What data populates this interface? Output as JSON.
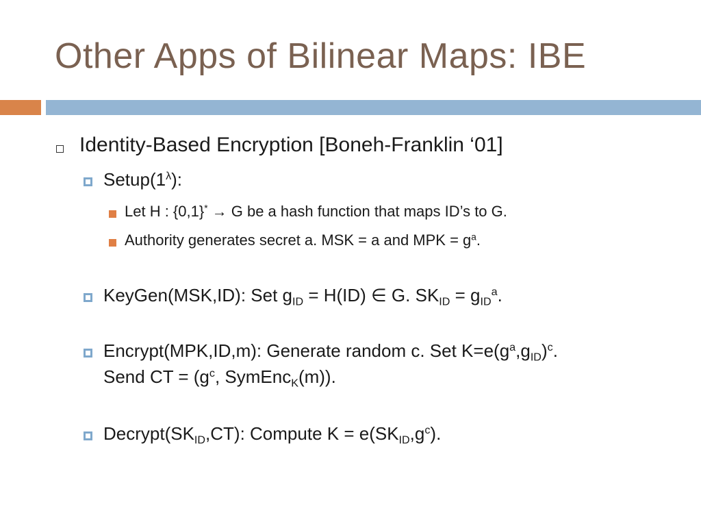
{
  "title": "Other Apps of Bilinear Maps: IBE",
  "colors": {
    "title": "#7a6151",
    "bar_orange": "#d9844a",
    "bar_blue": "#94b5d3",
    "bullet_level2": "#7fa8cc",
    "bullet_level3": "#e07f45"
  },
  "bullets": {
    "ibe": {
      "text": "Identity-Based Encryption [Boneh-Franklin ‘01]",
      "icon": "hollow-square-bullet-icon"
    },
    "setup": {
      "icon": "blue-square-bullet-icon",
      "part1": "Setup(1",
      "sup": "λ",
      "part2": "):"
    },
    "hash": {
      "icon": "orange-square-bullet-icon",
      "part1": "Let H : {0,1}",
      "sup": "*",
      "part2": " → G be a hash function that maps ID’s to G."
    },
    "authority": {
      "icon": "orange-square-bullet-icon",
      "part1": "Authority generates secret a.  MSK = a and MPK = g",
      "sup": "a",
      "part2": "."
    },
    "keygen": {
      "icon": "blue-square-bullet-icon",
      "part1": "KeyGen(MSK,ID): Set g",
      "sub1": "ID",
      "part2": " = H(ID) ∈ G.  SK",
      "sub2": "ID",
      "part3": "  = g",
      "sub3": "ID",
      "sup1": "a",
      "part4": "."
    },
    "encrypt": {
      "icon": "blue-square-bullet-icon",
      "line1": {
        "part1": "Encrypt(MPK,ID,m): Generate random c. Set K=e(g",
        "sup1": "a",
        "part2": ",g",
        "sub1": "ID",
        "part3": ")",
        "sup2": "c",
        "part4": "."
      },
      "line2": {
        "part1": "Send CT = (g",
        "sup1": "c",
        "part2": ", SymEnc",
        "sub1": "K",
        "part3": "(m))."
      }
    },
    "decrypt": {
      "icon": "blue-square-bullet-icon",
      "part1": "Decrypt(SK",
      "sub1": "ID",
      "part2": ",CT): Compute K = e(SK",
      "sub2": "ID",
      "part3": ",g",
      "sup1": "c",
      "part4": ")."
    }
  }
}
